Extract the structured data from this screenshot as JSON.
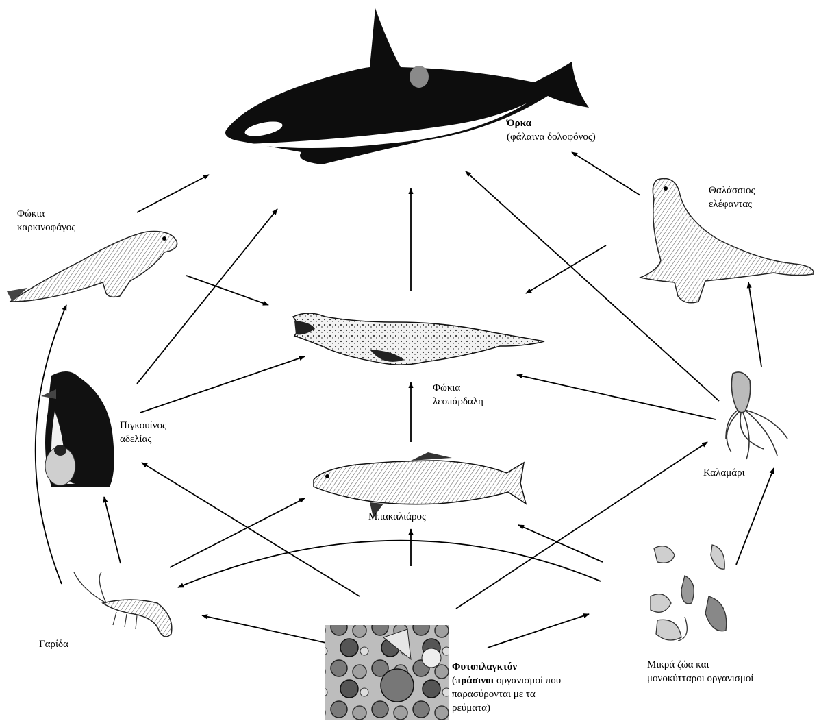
{
  "nodes": {
    "orca": {
      "name": "Όρκα",
      "sub": "(φάλαινα δολοφόνος)"
    },
    "crabeater_seal": {
      "line1": "Φώκια",
      "line2": "καρκινοφάγος"
    },
    "elephant_seal": {
      "line1": "Θαλάσσιος",
      "line2": "ελέφαντας"
    },
    "leopard_seal": {
      "line1": "Φώκια",
      "line2": "λεοπάρδαλη"
    },
    "penguin": {
      "line1": "Πιγκουίνος",
      "line2": "αδελίας"
    },
    "hake": {
      "name": "Μπακαλιάρος"
    },
    "squid": {
      "name": "Καλαμάρι"
    },
    "krill": {
      "name": "Γαρίδα"
    },
    "small_animals": {
      "line1": "Μικρά ζώα και",
      "line2": "μονοκύτταροι οργανισμοί"
    },
    "phytoplankton": {
      "name": "Φυτοπλαγκτόν",
      "desc_bold": "πράσινοι",
      "desc_open": "(",
      "desc_rest1": " οργανισμοί που",
      "desc_line2": "παρασύρονται με τα",
      "desc_line3": "ρεύματα)"
    }
  },
  "colors": {
    "ink": "#000000",
    "background": "#ffffff"
  }
}
